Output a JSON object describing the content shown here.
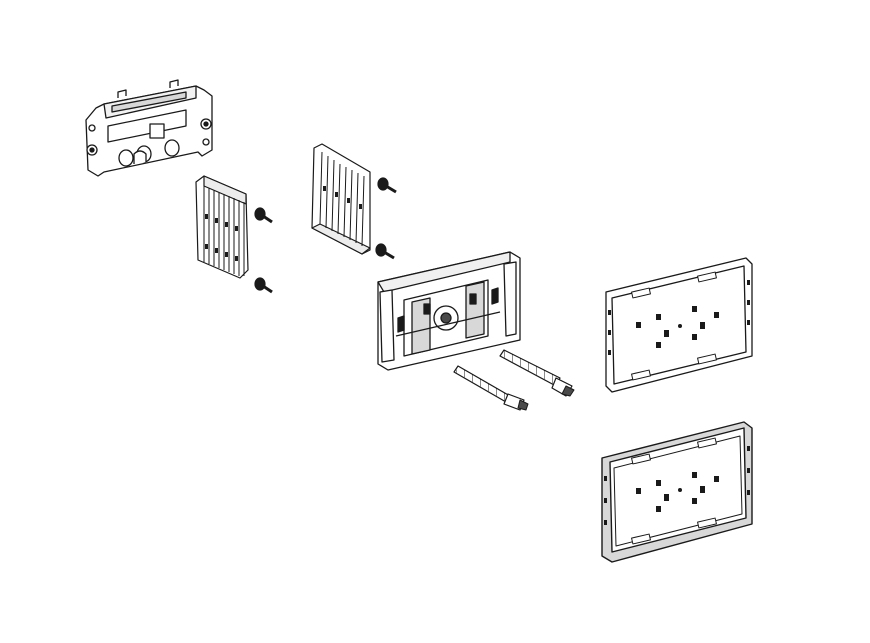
{
  "drawing": {
    "type": "exploded-assembly-line-drawing",
    "colors": {
      "background": "#ffffff",
      "line": "#1a1a1a",
      "fill": "#ffffff",
      "shade": "#d8d8d8",
      "dark": "#4a4a4a"
    },
    "parts": [
      {
        "id": "mounting-frame",
        "icon": "mounting-frame-icon"
      },
      {
        "id": "spacer-comb-left",
        "icon": "spacer-comb-icon"
      },
      {
        "id": "spacer-comb-right",
        "icon": "spacer-comb-icon"
      },
      {
        "id": "screw",
        "icon": "screw-icon",
        "count": 4
      },
      {
        "id": "actuator-carrier-plate",
        "icon": "carrier-plate-icon"
      },
      {
        "id": "threaded-rod",
        "icon": "threaded-rod-icon",
        "count": 2
      },
      {
        "id": "cover-plate-flat",
        "icon": "cover-plate-icon"
      },
      {
        "id": "cover-plate-framed",
        "icon": "framed-cover-plate-icon"
      }
    ]
  }
}
